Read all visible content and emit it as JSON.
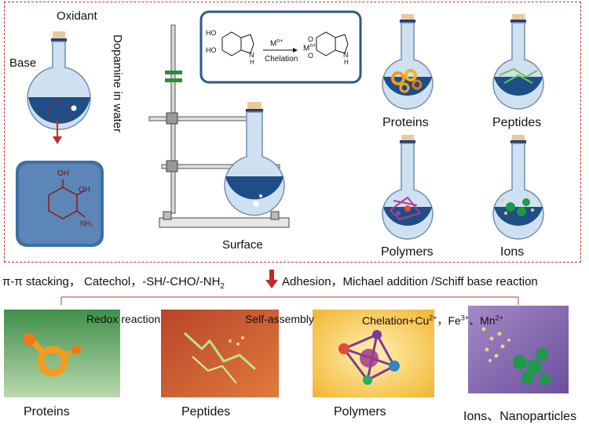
{
  "top_labels": {
    "oxidant": "Oxidant",
    "base": "Base",
    "dopamine": "Dopamine in water",
    "surface": "Surface"
  },
  "structure": {
    "ho_top": "HO",
    "ho_bottom": "HO",
    "nh": "N",
    "nh_h": "H",
    "reagent": "M",
    "reagent_sup": "n+",
    "chelation": "Chelation",
    "metal": "M",
    "metal_sup": "n+",
    "o_top": "O",
    "o_bottom": "O",
    "nh2": "N",
    "nh2_h": "H"
  },
  "molecule": {
    "oh1": "OH",
    "oh2": "OH",
    "nh2": "NH₂"
  },
  "flasks": [
    {
      "label": "Proteins"
    },
    {
      "label": "Peptides"
    },
    {
      "label": "Polymers"
    },
    {
      "label": "Ions"
    }
  ],
  "middle_row": {
    "left": "π-π stacking，  Catechol，-SH/-CHO/-NH",
    "left_sub": "2",
    "right": "Adhesion，Michael addition /Schiff base reaction"
  },
  "reactions": {
    "redox": "Redox reaction",
    "self_assembly": "Self-assembly",
    "chelation": "Chelation+Cu",
    "cu_sup": "2+",
    "fe": "，Fe",
    "fe_sup": "3+",
    "mn": "、Mn",
    "mn_sup": "2+"
  },
  "bottom_labels": {
    "proteins": "Proteins",
    "peptides": "Peptides",
    "polymers": "Polymers",
    "ions": "Ions、Nanoparticles"
  },
  "colors": {
    "frame": "#c0392b",
    "liquid": "#1d4f86",
    "arrow": "#c62828",
    "panel_green": "#5f9e5a",
    "panel_orange": "#c1542c",
    "panel_yellow": "#f2b531",
    "panel_purple": "#7a5aa6"
  }
}
